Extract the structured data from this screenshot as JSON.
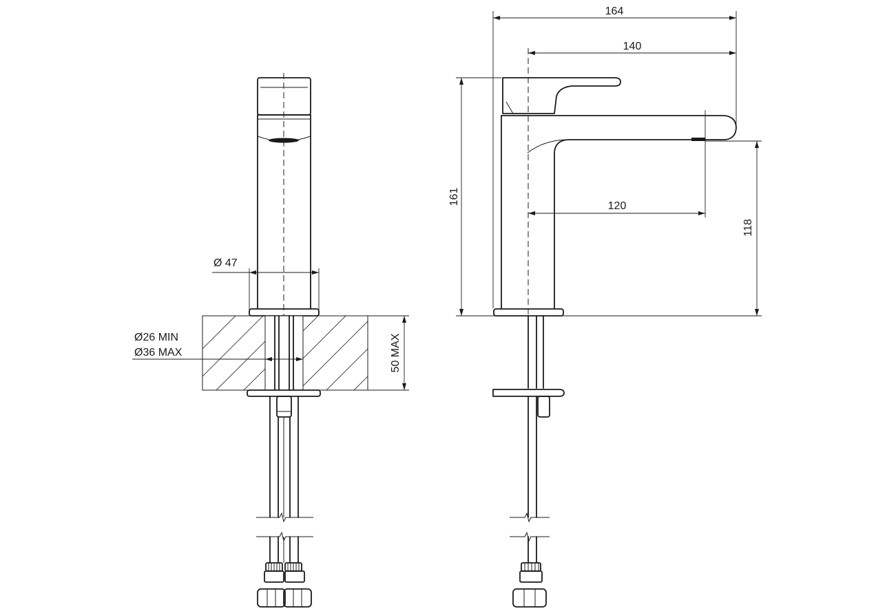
{
  "dimensions": {
    "overall_width": "164",
    "handle_reach": "140",
    "spout_reach": "120",
    "total_height": "161",
    "spout_height": "118",
    "base_diameter": "Ø 47",
    "hole_min": "Ø26 MIN",
    "hole_max": "Ø36 MAX",
    "max_thickness": "50 MAX"
  }
}
